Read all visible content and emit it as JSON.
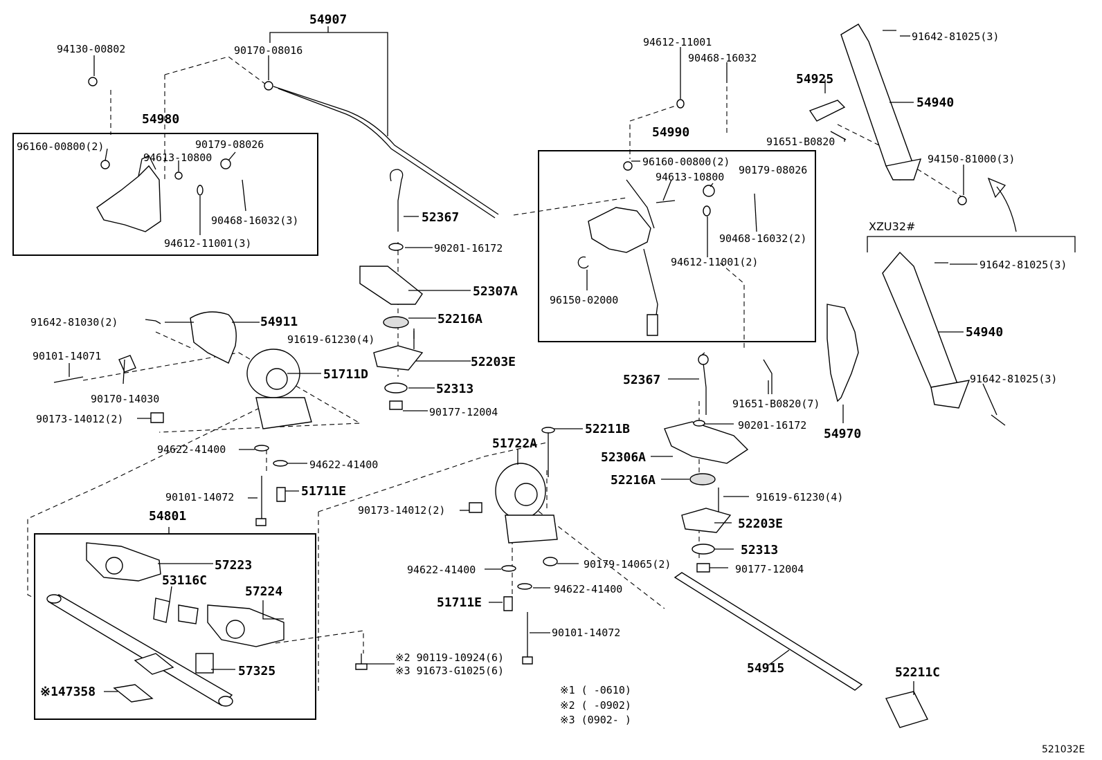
{
  "labels": {
    "p54907": "54907",
    "p94130_00802": "94130-00802",
    "p90170_08016": "90170-08016",
    "p54980": "54980",
    "p96160_00800_2a": "96160-00800(2)",
    "p90179_08026a": "90179-08026",
    "p94613_10800a": "94613-10800",
    "p90468_16032_3": "90468-16032(3)",
    "p94612_11001_3": "94612-11001(3)",
    "p52367a": "52367",
    "p90201_16172a": "90201-16172",
    "p52307A": "52307A",
    "p52216Aa": "52216A",
    "p91619_61230_4a": "91619-61230(4)",
    "p52203Ea": "52203E",
    "p52313a": "52313",
    "p90177_12004a": "90177-12004",
    "p91642_81030_2": "91642-81030(2)",
    "p54911": "54911",
    "p90101_14071": "90101-14071",
    "p51711D": "51711D",
    "p90170_14030": "90170-14030",
    "p90173_14012_2a": "90173-14012(2)",
    "p94622_41400a": "94622-41400",
    "p94622_41400b": "94622-41400",
    "p90101_14072a": "90101-14072",
    "p51711Ea": "51711E",
    "p54801": "54801",
    "p57223": "57223",
    "p53116C": "53116C",
    "p57224": "57224",
    "p57325": "57325",
    "p47358": "※147358",
    "p94612_11001_top": "94612-11001",
    "p90468_16032_top": "90468-16032",
    "p54990": "54990",
    "p96160_00800_2b": "96160-00800(2)",
    "p94613_10800b": "94613-10800",
    "p90179_08026b": "90179-08026",
    "p90468_16032_2": "90468-16032(2)",
    "p94612_11001_2": "94612-11001(2)",
    "p96150_02000": "96150-02000",
    "p54925": "54925",
    "p91651_B0820": "91651-B0820",
    "p91651_B0820_7": "91651-B0820(7)",
    "p91642_81025_3a": "91642-81025(3)",
    "p54940a": "54940",
    "p94150_81000_3": "94150-81000(3)",
    "pXZU32": "XZU32#",
    "p91642_81025_3b": "91642-81025(3)",
    "p54940b": "54940",
    "p91642_81025_3c": "91642-81025(3)",
    "p54970": "54970",
    "p52367b": "52367",
    "p90201_16172b": "90201-16172",
    "p52306A": "52306A",
    "p52216Ab": "52216A",
    "p91619_61230_4b": "91619-61230(4)",
    "p52203Eb": "52203E",
    "p52313b": "52313",
    "p90177_12004b": "90177-12004",
    "p52211B": "52211B",
    "p51722A": "51722A",
    "p90173_14012_2b": "90173-14012(2)",
    "p90179_14065_2": "90179-14065(2)",
    "p94622_41400c": "94622-41400",
    "p94622_41400d": "94622-41400",
    "p51711Eb": "51711E",
    "p90101_14072b": "90101-14072",
    "p90119_10924": "※2 90119-10924(6)",
    "p91673_G1025": "※3 91673-G1025(6)",
    "p54915": "54915",
    "p52211C": "52211C"
  },
  "notes": {
    "n1": "※1 (      -0610)",
    "n2": "※2 (      -0902)",
    "n3": "※3 (0902-      )"
  },
  "figure_id": "521032E"
}
